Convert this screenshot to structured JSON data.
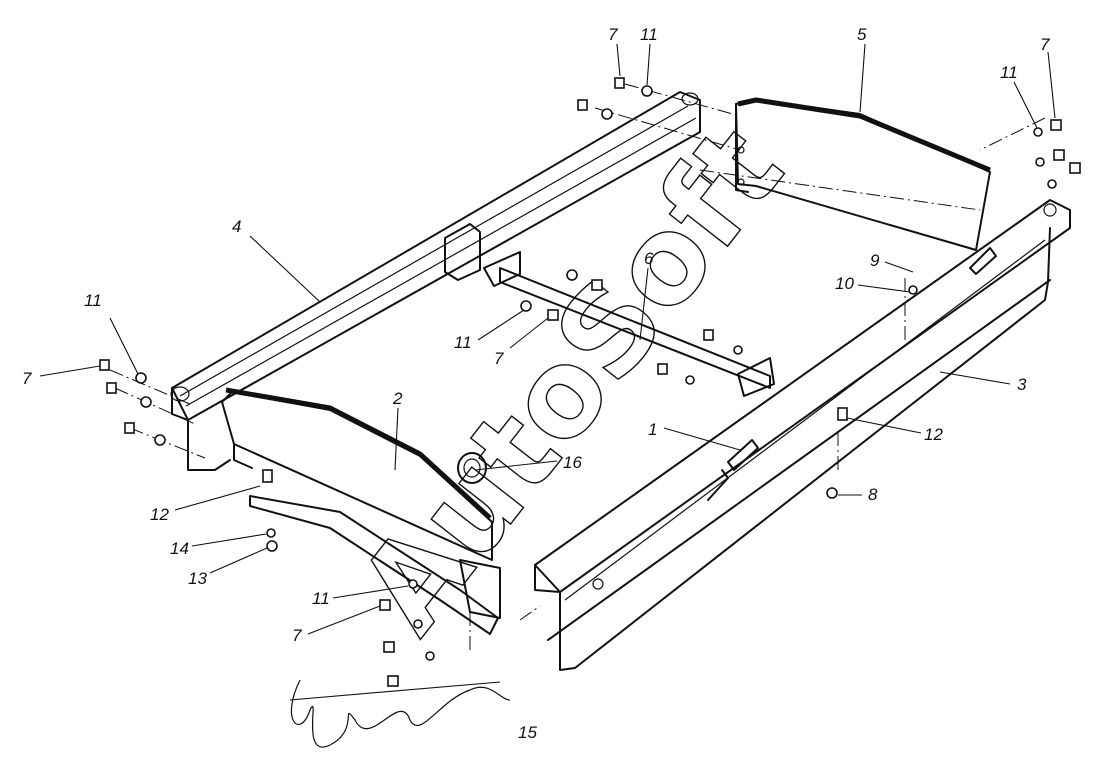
{
  "watermark": "AutoSoft",
  "callouts": [
    {
      "id": "lbl-1",
      "text": "1"
    },
    {
      "id": "lbl-2",
      "text": "2"
    },
    {
      "id": "lbl-3",
      "text": "3"
    },
    {
      "id": "lbl-4",
      "text": "4"
    },
    {
      "id": "lbl-5",
      "text": "5"
    },
    {
      "id": "lbl-6",
      "text": "6"
    },
    {
      "id": "lbl-7a",
      "text": "7"
    },
    {
      "id": "lbl-7b",
      "text": "7"
    },
    {
      "id": "lbl-7c",
      "text": "7"
    },
    {
      "id": "lbl-7d",
      "text": "7"
    },
    {
      "id": "lbl-7e",
      "text": "7"
    },
    {
      "id": "lbl-8",
      "text": "8"
    },
    {
      "id": "lbl-9",
      "text": "9"
    },
    {
      "id": "lbl-10",
      "text": "10"
    },
    {
      "id": "lbl-11a",
      "text": "11"
    },
    {
      "id": "lbl-11b",
      "text": "11"
    },
    {
      "id": "lbl-11c",
      "text": "11"
    },
    {
      "id": "lbl-11d",
      "text": "11"
    },
    {
      "id": "lbl-11e",
      "text": "11"
    },
    {
      "id": "lbl-12a",
      "text": "12"
    },
    {
      "id": "lbl-12b",
      "text": "12"
    },
    {
      "id": "lbl-13",
      "text": "13"
    },
    {
      "id": "lbl-14",
      "text": "14"
    },
    {
      "id": "lbl-15",
      "text": "15"
    },
    {
      "id": "lbl-16",
      "text": "16"
    }
  ]
}
